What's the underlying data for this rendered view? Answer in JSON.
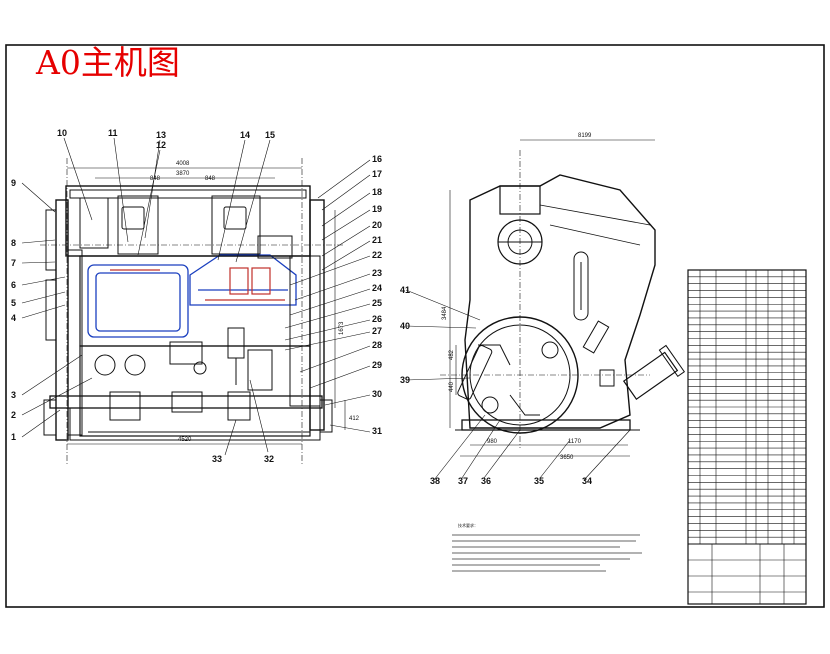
{
  "title": "A0主机图",
  "colors": {
    "title": "#e60000",
    "line": "#111111",
    "accent_blue": "#1a3fbf",
    "accent_red": "#c0302a",
    "background": "#ffffff"
  },
  "callouts_front": [
    "1",
    "2",
    "3",
    "4",
    "5",
    "6",
    "7",
    "8",
    "9",
    "10",
    "11",
    "12",
    "13",
    "14",
    "15",
    "16",
    "17",
    "18",
    "19",
    "20",
    "21",
    "22",
    "23",
    "24",
    "25",
    "26",
    "27",
    "28",
    "29",
    "30",
    "31",
    "32",
    "33"
  ],
  "callouts_side": [
    "34",
    "35",
    "36",
    "37",
    "38",
    "39",
    "40",
    "41"
  ],
  "dimensions_front": {
    "overall_width": "4008",
    "inner_width": "3870",
    "span_left": "848",
    "span_right": "848",
    "base_width": "4520",
    "right_dim": "412",
    "height_dim": "1673"
  },
  "dimensions_side": {
    "top_width": "8199",
    "height": "3484",
    "left_offset": "980",
    "right_offset": "1170",
    "base_width": "3650",
    "small_a": "482",
    "small_b": "440"
  },
  "notes_heading": "技术要求：",
  "parts_table_rows": 40
}
